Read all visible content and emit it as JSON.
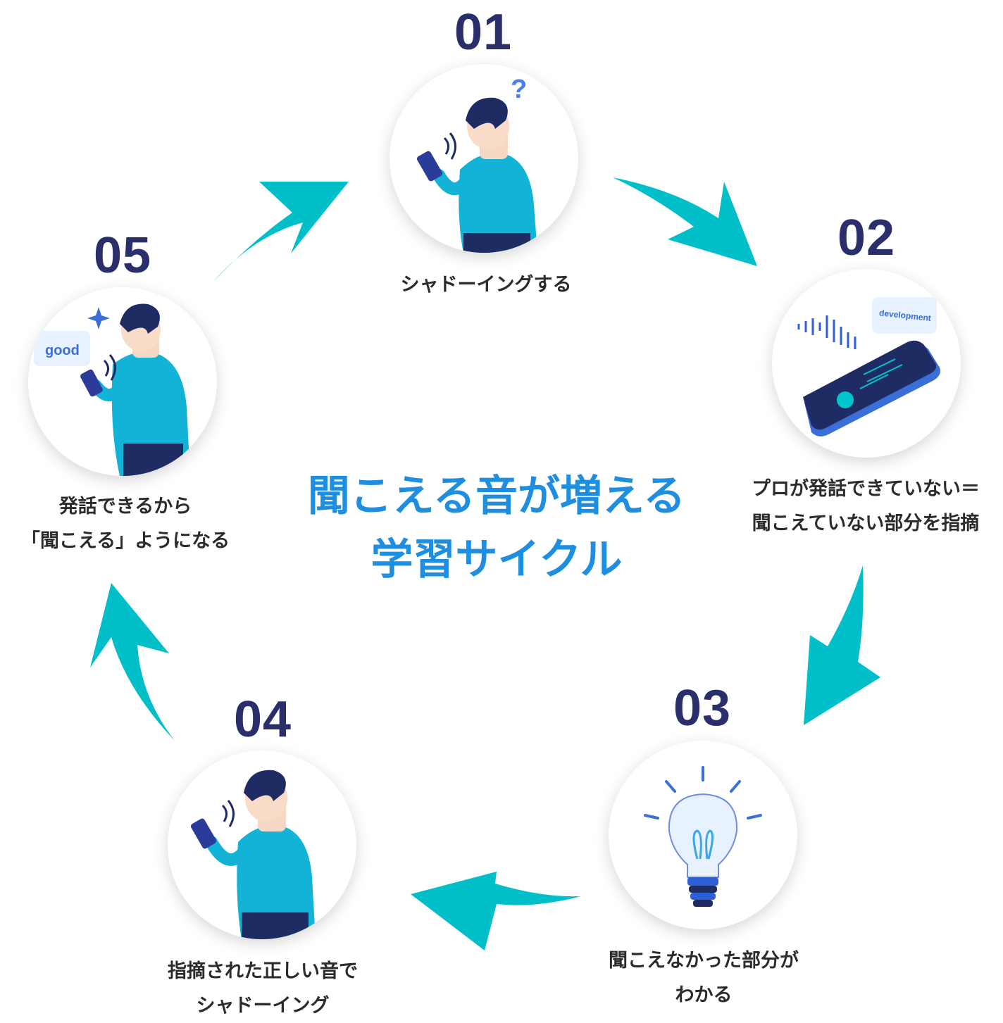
{
  "title": {
    "line1": "聞こえる音が増える",
    "line2": "学習サイクル"
  },
  "steps": [
    {
      "number": "01",
      "label_lines": [
        "シャドーイングする"
      ]
    },
    {
      "number": "02",
      "label_lines": [
        "プロが発話できていない＝",
        "聞こえていない部分を指摘"
      ],
      "bubble": "development"
    },
    {
      "number": "03",
      "label_lines": [
        "聞こえなかった部分が",
        "わかる"
      ]
    },
    {
      "number": "04",
      "label_lines": [
        "指摘された正しい音で",
        "シャドーイング"
      ]
    },
    {
      "number": "05",
      "label_lines": [
        "発話できるから",
        "「聞こえる」ようになる"
      ],
      "bubble": "good"
    }
  ],
  "colors": {
    "number": "#2a2e6b",
    "arrow": "#00bfc8",
    "title_start": "#11b3cf",
    "title_end": "#2577ee",
    "sweater": "#12b3d6",
    "hair": "#1f2c63"
  }
}
